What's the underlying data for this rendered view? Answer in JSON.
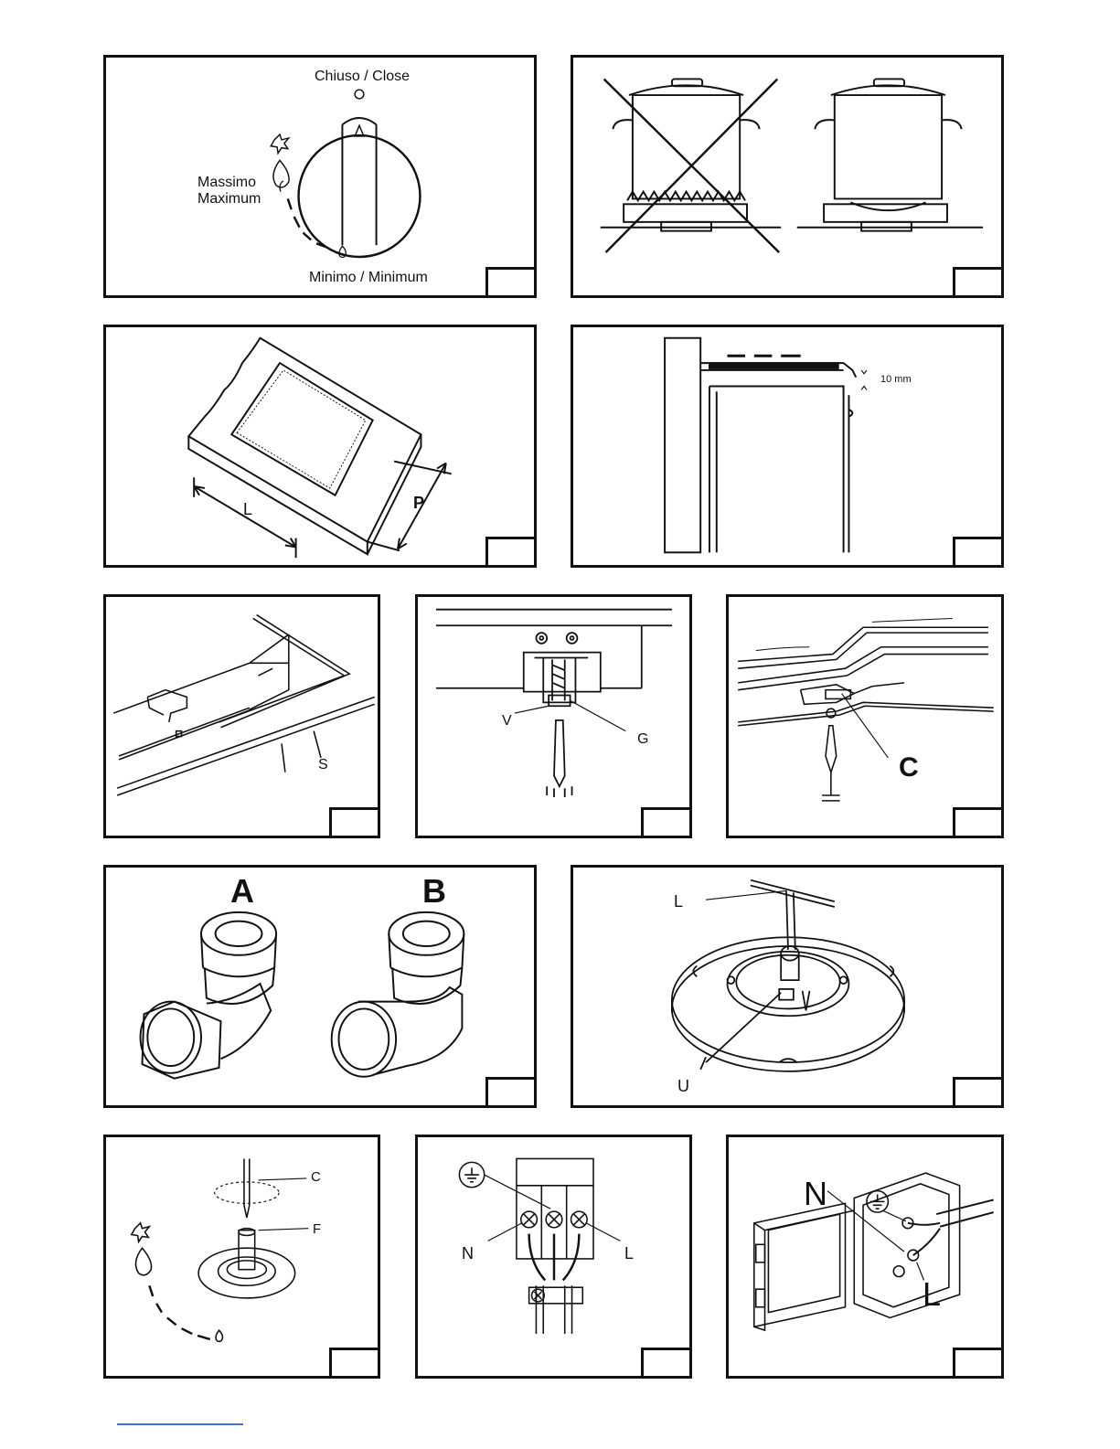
{
  "fig1": {
    "close": "Chiuso / Close",
    "max1": "Massimo",
    "max2": "Maximum",
    "min": "Minimo / Minimum"
  },
  "fig3": {
    "l": "L",
    "p": "P"
  },
  "fig4": {
    "gap": "10 mm"
  },
  "fig5": {
    "s": "S"
  },
  "fig6": {
    "v": "V",
    "g": "G"
  },
  "fig7": {
    "c": "C"
  },
  "fig8": {
    "a": "A",
    "b": "B"
  },
  "fig9": {
    "l": "L",
    "u": "U"
  },
  "fig10": {
    "c": "C",
    "f": "F"
  },
  "fig11": {
    "n": "N",
    "l": "L"
  },
  "fig12": {
    "n": "N",
    "l": "L"
  }
}
